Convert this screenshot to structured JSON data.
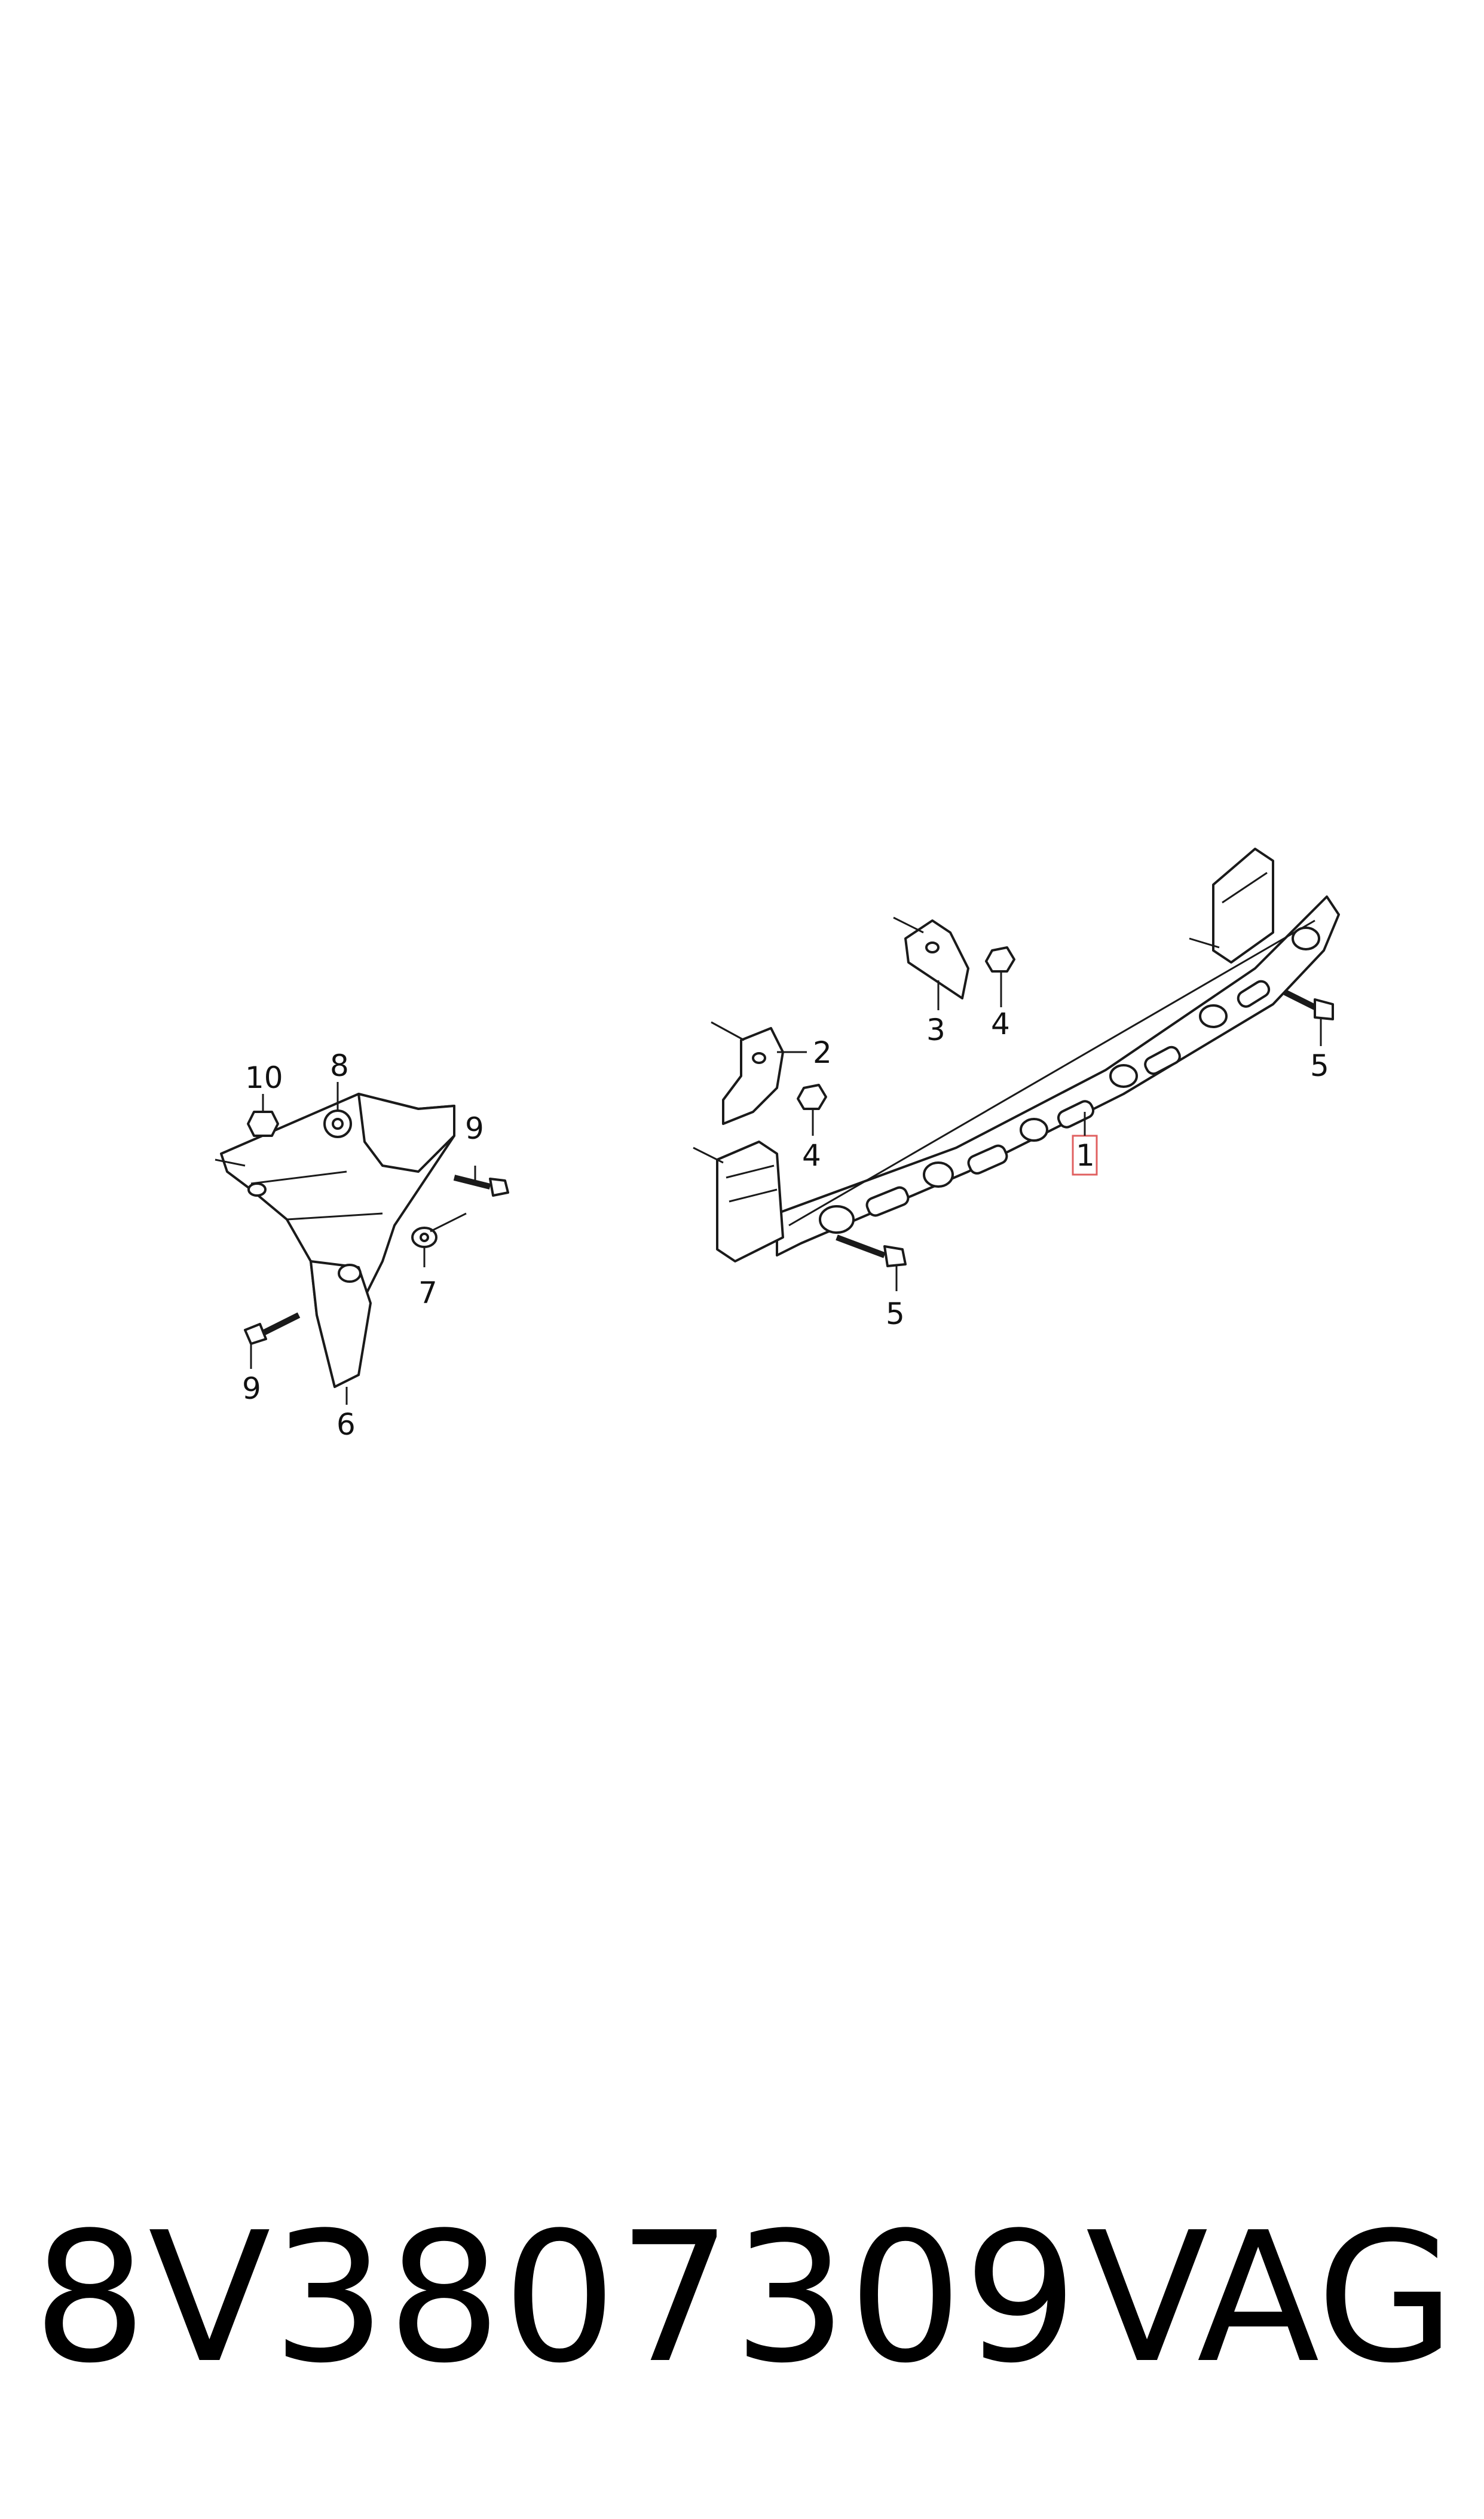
{
  "callouts": {
    "c1": "1",
    "c2": "2",
    "c3": "3",
    "c4a": "4",
    "c4b": "4",
    "c5a": "5",
    "c5b": "5",
    "c6": "6",
    "c7": "7",
    "c8": "8",
    "c9a": "9",
    "c9b": "9",
    "c10": "10"
  },
  "footer": {
    "part_number": "8V3807309",
    "brand": "VAG"
  },
  "colors": {
    "highlight": "#e06060",
    "ink": "#1a1a1a"
  }
}
